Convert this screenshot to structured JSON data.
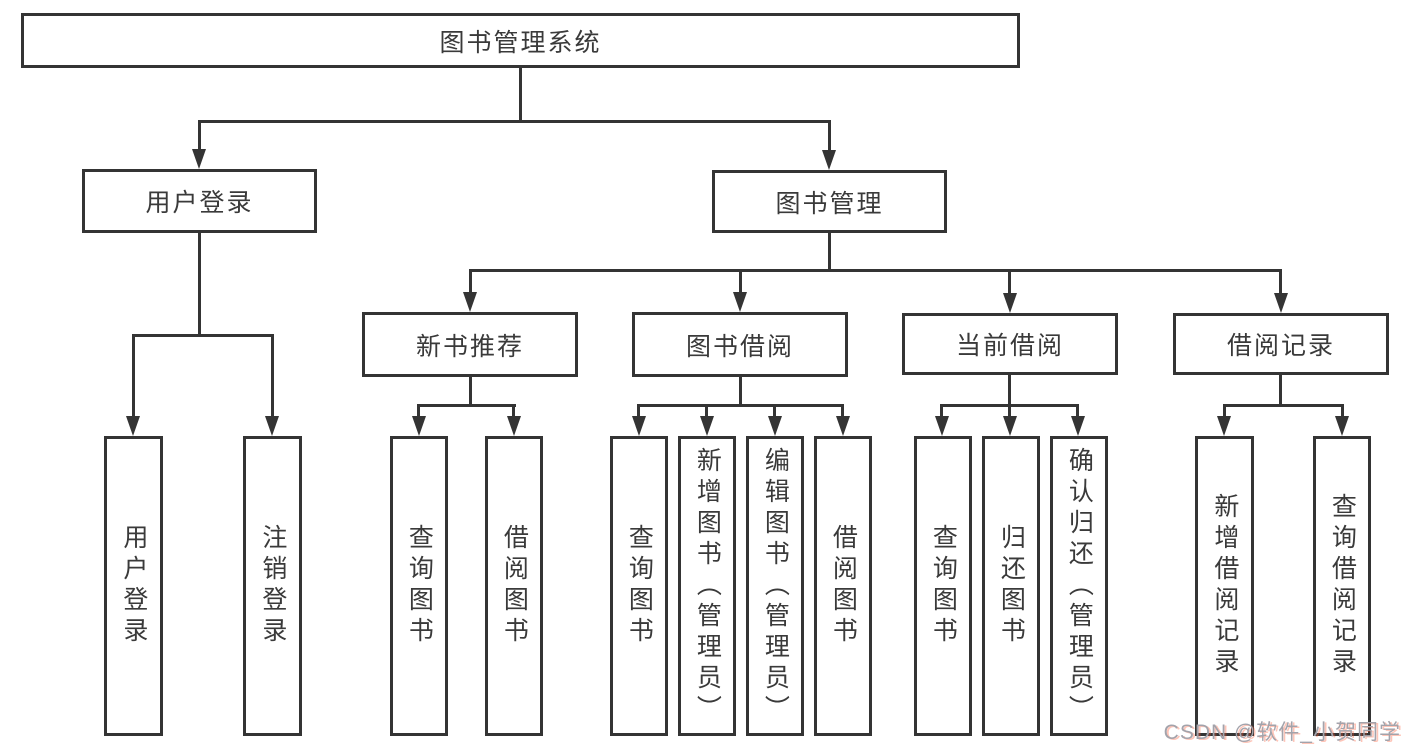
{
  "diagram": {
    "type": "hierarchy",
    "colors": {
      "line": "#343434",
      "box_border": "#343434",
      "box_background": "#ffffff",
      "text": "#3a3a3a",
      "watermark_gray": "#a3a3ab",
      "watermark_red": "#fc5531"
    },
    "tree": {
      "label": "图书管理系统",
      "children": [
        {
          "label": "用户登录",
          "children": [
            {
              "label": "用户登录"
            },
            {
              "label": "注销登录"
            }
          ]
        },
        {
          "label": "图书管理",
          "children": [
            {
              "label": "新书推荐",
              "children": [
                {
                  "label": "查询图书"
                },
                {
                  "label": "借阅图书"
                }
              ]
            },
            {
              "label": "图书借阅",
              "children": [
                {
                  "label": "查询图书"
                },
                {
                  "label": "新增图书（管理员）"
                },
                {
                  "label": "编辑图书（管理员）"
                },
                {
                  "label": "借阅图书"
                }
              ]
            },
            {
              "label": "当前借阅",
              "children": [
                {
                  "label": "查询图书"
                },
                {
                  "label": "归还图书"
                },
                {
                  "label": "确认归还（管理员）"
                }
              ]
            },
            {
              "label": "借阅记录",
              "children": [
                {
                  "label": "新增借阅记录"
                },
                {
                  "label": "查询借阅记录"
                }
              ]
            }
          ]
        }
      ]
    }
  },
  "watermark": {
    "text": "CSDN @软件_小贺同学"
  }
}
